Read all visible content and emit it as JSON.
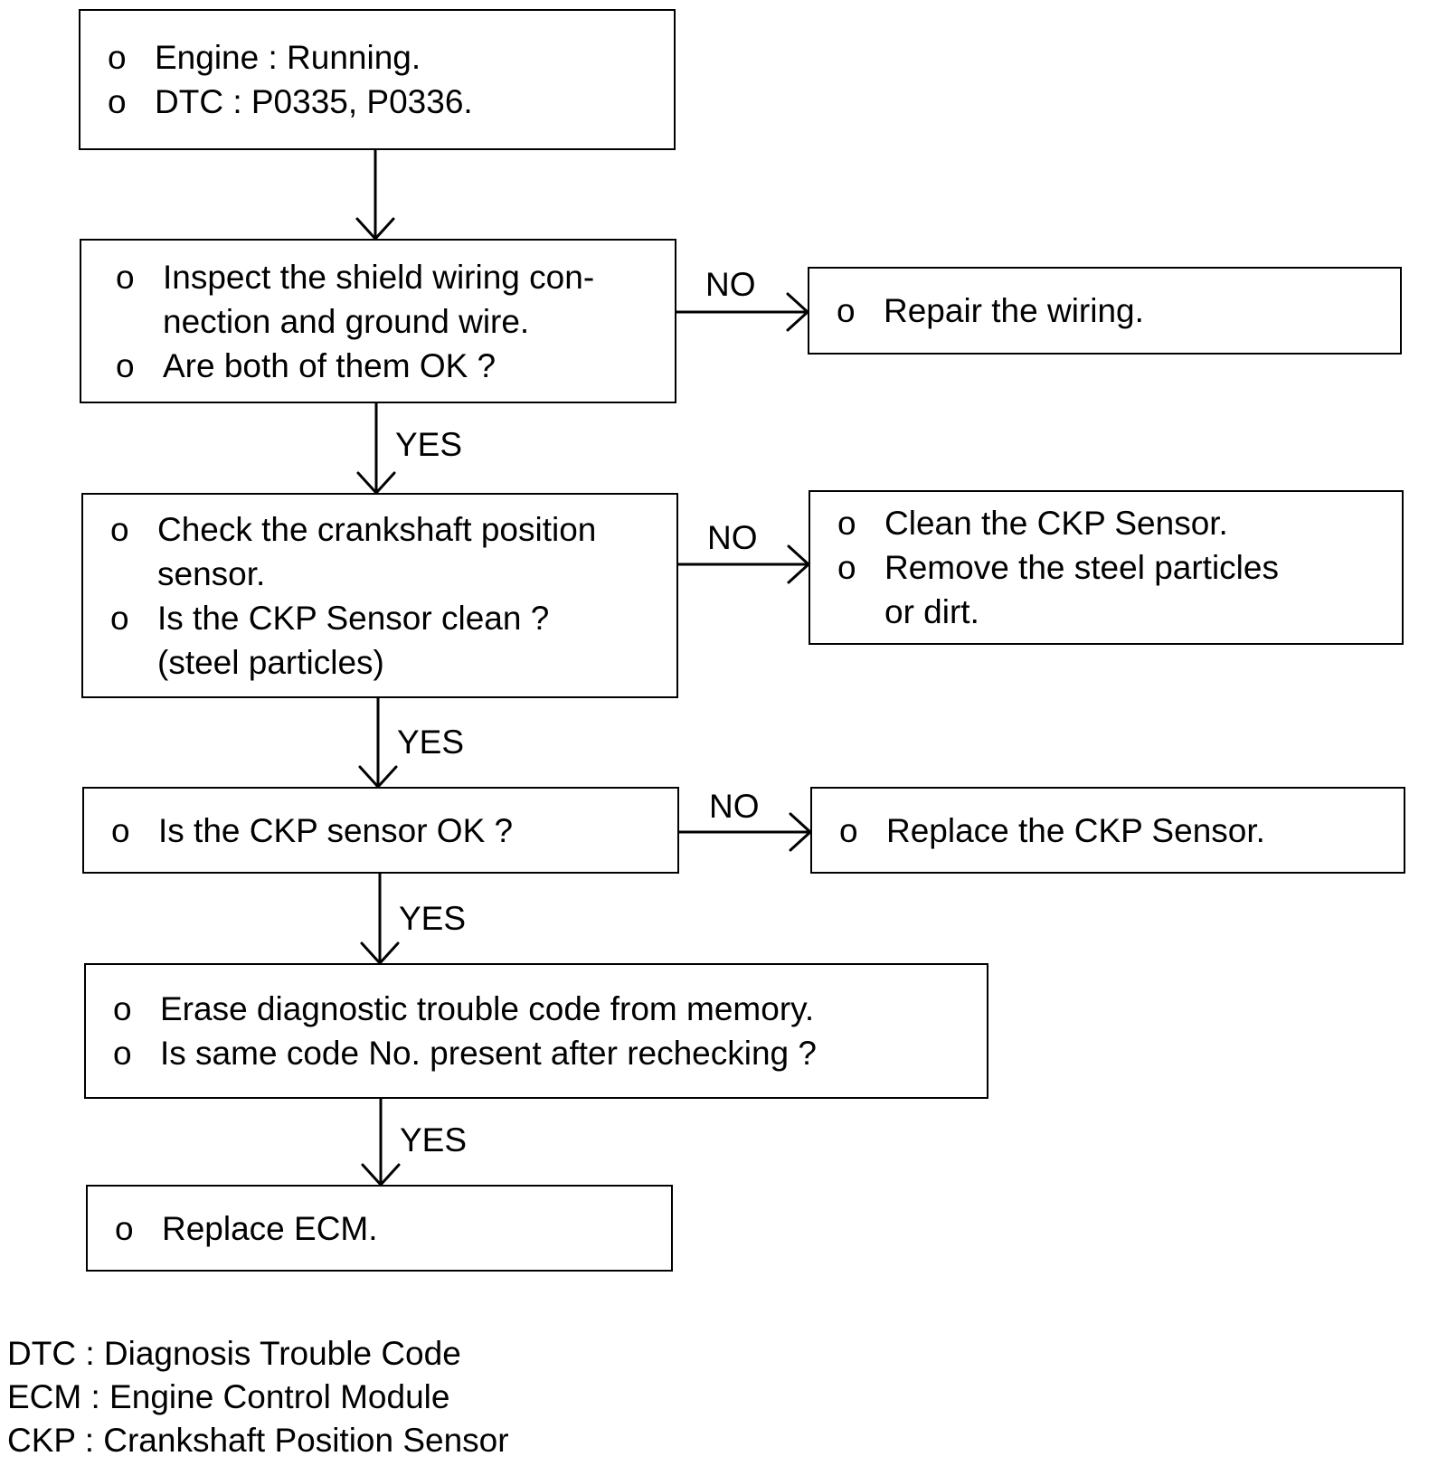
{
  "bullet": "o",
  "boxes": {
    "start": {
      "items": [
        {
          "lines": [
            "Engine : Running."
          ]
        },
        {
          "lines": [
            "DTC : P0335, P0336."
          ]
        }
      ]
    },
    "inspect_wiring": {
      "items": [
        {
          "lines": [
            "Inspect the shield wiring con-",
            "nection and ground wire."
          ]
        },
        {
          "lines": [
            "Are both of them OK ?"
          ]
        }
      ]
    },
    "repair_wiring": {
      "items": [
        {
          "lines": [
            "Repair the wiring."
          ]
        }
      ]
    },
    "check_ckp": {
      "items": [
        {
          "lines": [
            "Check the crankshaft position",
            "sensor."
          ]
        },
        {
          "lines": [
            "Is the CKP Sensor clean ?",
            "(steel particles)"
          ]
        }
      ]
    },
    "clean_ckp": {
      "items": [
        {
          "lines": [
            "Clean the CKP Sensor."
          ]
        },
        {
          "lines": [
            "Remove the steel particles",
            "or dirt."
          ]
        }
      ]
    },
    "ckp_ok": {
      "items": [
        {
          "lines": [
            "Is the CKP sensor OK ?"
          ]
        }
      ]
    },
    "replace_ckp": {
      "items": [
        {
          "lines": [
            "Replace the CKP Sensor."
          ]
        }
      ]
    },
    "erase_dtc": {
      "items": [
        {
          "lines": [
            "Erase diagnostic trouble code from memory."
          ]
        },
        {
          "lines": [
            "Is same code No. present after rechecking ?"
          ]
        }
      ]
    },
    "replace_ecm": {
      "items": [
        {
          "lines": [
            "Replace ECM."
          ]
        }
      ]
    }
  },
  "edge_labels": {
    "yes": "YES",
    "no": "NO"
  },
  "legend": [
    "DTC : Diagnosis Trouble Code",
    "ECM : Engine Control Module",
    "CKP : Crankshaft Position Sensor"
  ]
}
